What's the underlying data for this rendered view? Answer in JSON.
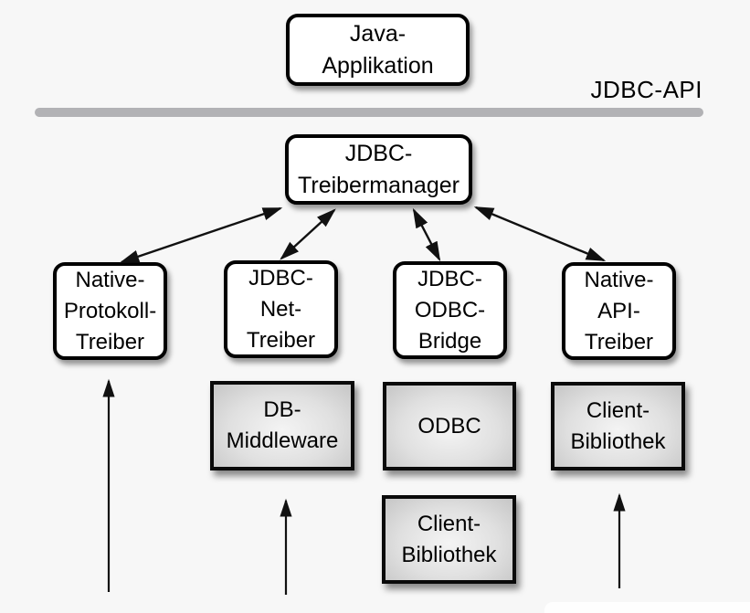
{
  "labels": {
    "jdbc_api": "JDBC-API"
  },
  "boxes": {
    "java_app": {
      "lines": [
        "Java-",
        "Applikation"
      ]
    },
    "treibermanager": {
      "lines": [
        "JDBC-",
        "Treibermanager"
      ]
    },
    "native_protokoll": {
      "lines": [
        "Native-",
        "Protokoll-",
        "Treiber"
      ]
    },
    "jdbc_net": {
      "lines": [
        "JDBC-",
        "Net-",
        "Treiber"
      ]
    },
    "jdbc_odbc": {
      "lines": [
        "JDBC-",
        "ODBC-",
        "Bridge"
      ]
    },
    "native_api": {
      "lines": [
        "Native-",
        "API-",
        "Treiber"
      ]
    },
    "db_middleware": {
      "lines": [
        "DB-",
        "Middleware"
      ]
    },
    "odbc": {
      "lines": [
        "ODBC"
      ]
    },
    "client_bib_mid": {
      "lines": [
        "Client-",
        "Bibliothek"
      ]
    },
    "client_bib_right": {
      "lines": [
        "Client-",
        "Bibliothek"
      ]
    }
  },
  "colors": {
    "background": "#f7f7f7",
    "node_fill": "#ffffff",
    "node_border": "#000000",
    "gray_node_center": "#f4f4f4",
    "gray_node_edge": "#c6c6c6",
    "divider": "#b2b2b5",
    "arrow": "#111111"
  }
}
